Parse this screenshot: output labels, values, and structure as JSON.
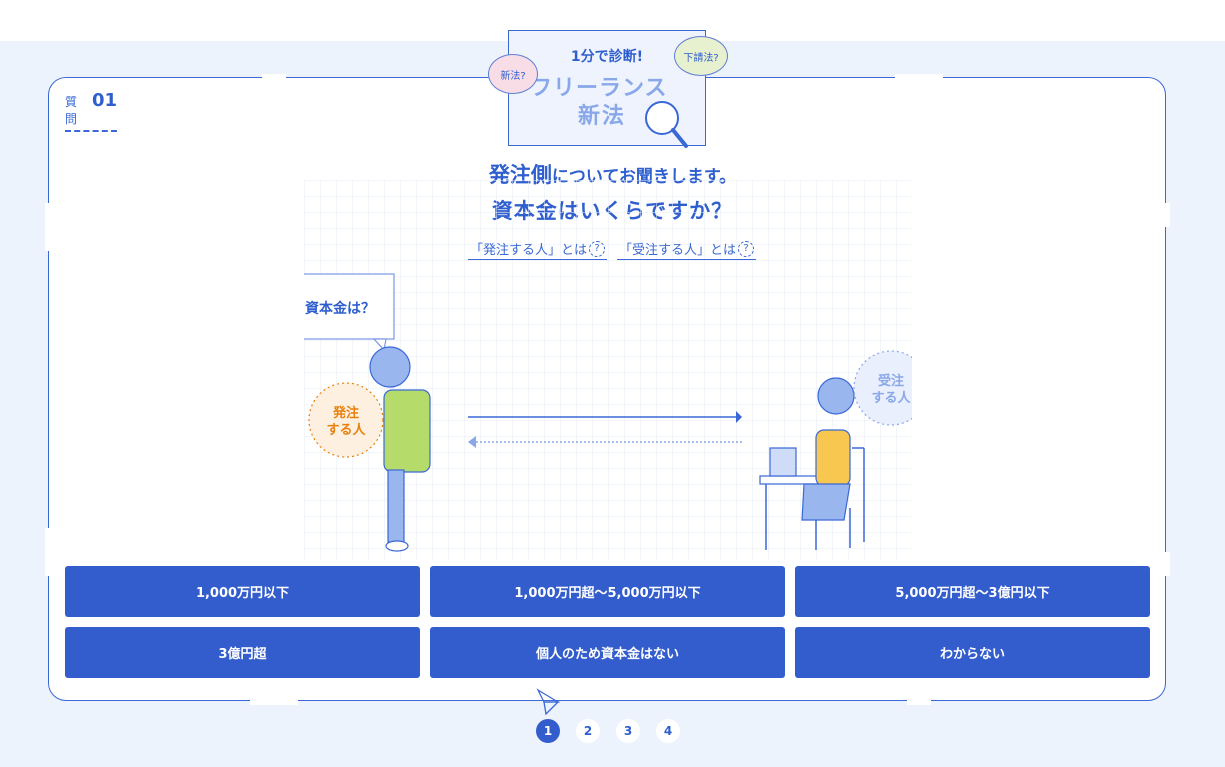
{
  "logo": {
    "line1": "1分で診断!",
    "line2": "フリーランス",
    "line3": "新法",
    "bubble_left": "新法?",
    "bubble_right": "下請法?"
  },
  "question": {
    "prefix": "質問",
    "number": "01",
    "heading_big": "発注側",
    "heading_rest": "についてお聞きします。",
    "subheading": "資本金はいくらですか？"
  },
  "definitions": [
    {
      "label": "「発注する人」とは"
    },
    {
      "label": "「受注する人」とは"
    }
  ],
  "illustration": {
    "speech": "資本金は？",
    "orderer_line1": "発注",
    "orderer_line2": "する人",
    "receiver_line1": "受注",
    "receiver_line2": "する人"
  },
  "options": [
    {
      "label": "1,000万円以下"
    },
    {
      "label": "1,000万円超〜5,000万円以下"
    },
    {
      "label": "5,000万円超〜3億円以下"
    },
    {
      "label": "3億円超"
    },
    {
      "label": "個人のため資本金はない"
    },
    {
      "label": "わからない"
    }
  ],
  "pager": {
    "pages": [
      "1",
      "2",
      "3",
      "4"
    ],
    "current": "1"
  },
  "colors": {
    "accent": "#335dcc",
    "background": "#edf3fc",
    "orderer": "#e8800d",
    "receiver": "#8aa7ea"
  }
}
